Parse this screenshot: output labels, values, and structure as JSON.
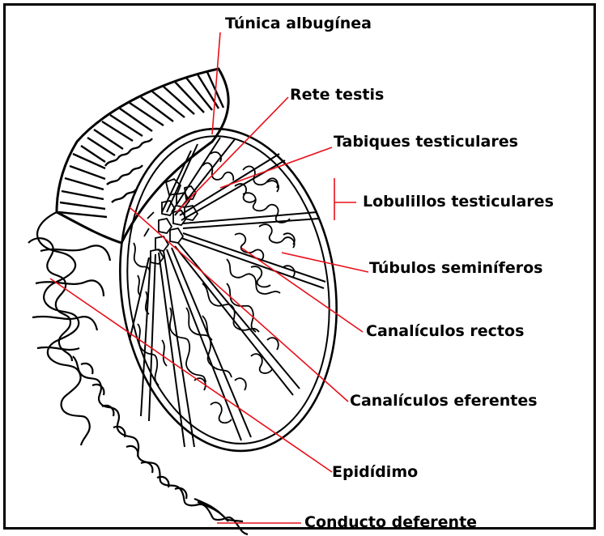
{
  "labels": {
    "tunica": "Túnica albugínea",
    "rete": "Rete testis",
    "tabiques": "Tabiques testiculares",
    "lobulillos": "Lobulillos testiculares",
    "tubulos": "Túbulos seminíferos",
    "rectos": "Canalículos rectos",
    "eferentes": "Canalículos eferentes",
    "epididimo": "Epidídimo",
    "deferente": "Conducto deferente"
  },
  "colors": {
    "leader": "#e8101a",
    "ink": "#000000",
    "background": "#ffffff"
  }
}
